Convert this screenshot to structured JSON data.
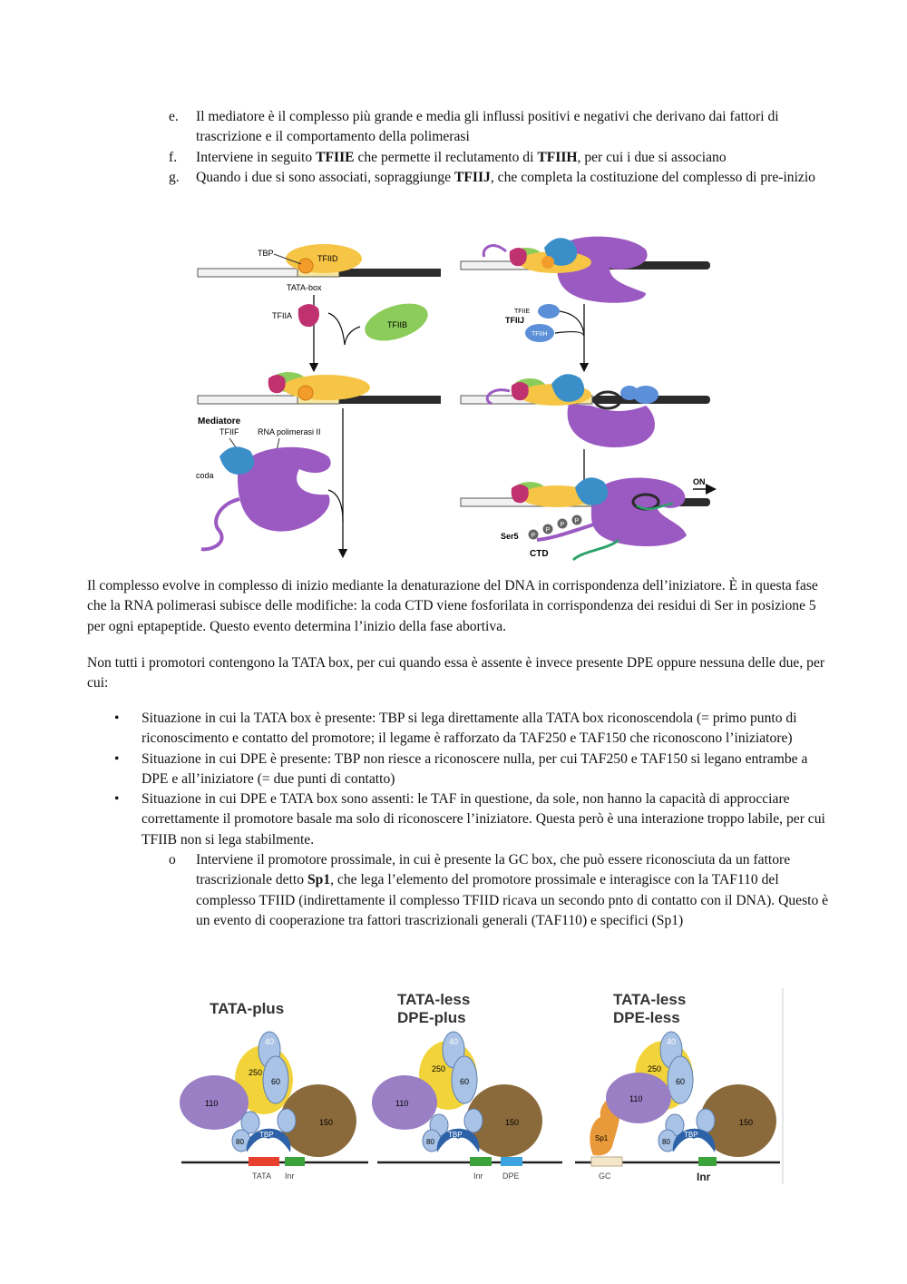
{
  "list_top": [
    {
      "marker": "e.",
      "parts": [
        {
          "t": "Il mediatore è il complesso più grande e media gli influssi positivi e negativi che derivano dai fattori di trascrizione e il comportamento della polimerasi"
        }
      ]
    },
    {
      "marker": "f.",
      "parts": [
        {
          "t": "Interviene in seguito "
        },
        {
          "t": "TFIIE",
          "b": true
        },
        {
          "t": " che permette il reclutamento di "
        },
        {
          "t": "TFIIH",
          "b": true
        },
        {
          "t": ", per cui i due si associano"
        }
      ]
    },
    {
      "marker": "g.",
      "parts": [
        {
          "t": "Quando i due si sono associati, sopraggiunge "
        },
        {
          "t": "TFIIJ",
          "b": true
        },
        {
          "t": ", che completa la costituzione del complesso di pre-inizio"
        }
      ]
    }
  ],
  "figure1": {
    "tbp": "TBP",
    "tfiid": "TFIID",
    "tata_box": "TATA-box",
    "tfiia": "TFIIA",
    "tfiib": "TFIIB",
    "tfiie": "TFIIE",
    "tfiij": "TFIIJ",
    "tfiih": "TFIIH",
    "mediatore": "Mediatore",
    "tfiif": "TFIIF",
    "rna_pol": "RNA polimerasi II",
    "coda": "coda",
    "on": "ON",
    "ser5": "Ser5",
    "p": "P",
    "ctd": "CTD"
  },
  "paragraph1": "Il complesso evolve in complesso di inizio mediante la denaturazione del DNA in corrispondenza dell’iniziatore. È in questa fase che la RNA polimerasi subisce delle modifiche: la coda CTD viene fosforilata in corrispondenza dei residui di Ser in posizione 5 per ogni eptapeptide. Questo evento determina l’inizio della fase abortiva.",
  "paragraph2": "Non tutti i promotori contengono la TATA box, per cui quando essa è assente è invece presente DPE oppure nessuna delle due, per cui:",
  "bullets": [
    "Situazione in cui la TATA box è presente: TBP si lega direttamente alla TATA box riconoscendola (= primo punto di riconoscimento e contatto del promotore; il legame è rafforzato da TAF250 e TAF150 che riconoscono l’iniziatore)",
    "Situazione in cui DPE è presente: TBP non riesce a riconoscere nulla, per cui TAF250 e TAF150 si legano entrambe a DPE e all’iniziatore (= due punti di contatto)",
    "Situazione in cui DPE e TATA box sono assenti: le TAF in questione, da sole, non hanno la capacità di approcciare correttamente il promotore basale ma solo di riconoscere l’iniziatore. Questa però è una interazione troppo labile, per cui TFIIB non si lega stabilmente."
  ],
  "sub_bullet": [
    {
      "t": "Interviene il promotore prossimale, in cui è presente la GC box, che può essere riconosciuta da un fattore trascrizionale detto "
    },
    {
      "t": "Sp1",
      "b": true
    },
    {
      "t": ", che lega l’elemento del promotore prossimale e interagisce con la TAF110 del complesso TFIID (indirettamente il complesso TFIID ricava un secondo pnto di contatto con il DNA). Questo è un evento di cooperazione tra fattori trascrizionali generali (TAF110) e specifici (Sp1)"
    }
  ],
  "figure2": {
    "panel1_title": "TATA-plus",
    "panel2_title_1": "TATA-less",
    "panel2_title_2": "DPE-plus",
    "panel3_title_1": "TATA-less",
    "panel3_title_2": "DPE-less",
    "taf40": "40",
    "taf60": "60",
    "taf250": "250",
    "taf110": "110",
    "taf150": "150",
    "taf80": "80",
    "tbp": "TBP",
    "sp1": "Sp1",
    "tata": "TATA",
    "inr": "Inr",
    "dpe": "DPE",
    "gc": "GC",
    "inr_bold": "Inr"
  },
  "colors": {
    "taf250": "#f2d43a",
    "taf60": "#a9c3e6",
    "taf110": "#9a7fc4",
    "taf150": "#8a6a3a",
    "tbp": "#2d62a8",
    "tata_box": "#e8402f",
    "inr_box": "#3aa33a",
    "dpe_box": "#3aa3e0",
    "gc_box": "#f4e7c9",
    "sp1": "#e89a3a",
    "polII": "#9b59c2",
    "tfiid": "#f6c546",
    "tfiia": "#c0316f",
    "tfiib": "#8ccc5a",
    "tfiif": "#3a8fc9",
    "tfiie_h": "#5b8fd8"
  }
}
